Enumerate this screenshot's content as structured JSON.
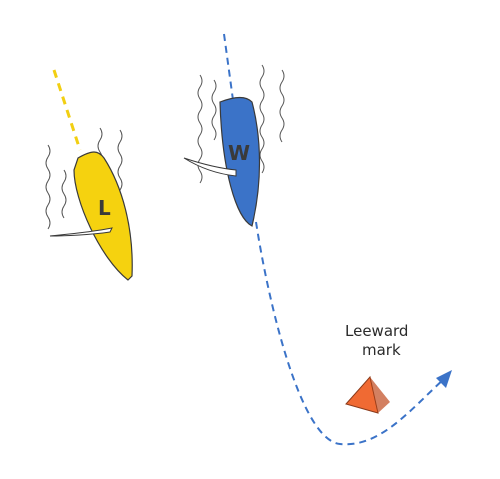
{
  "boats": {
    "leeward": {
      "letter": "L",
      "hull_color": "#f5d20f",
      "track_color": "#f2cf12"
    },
    "windward": {
      "letter": "W",
      "hull_color": "#3b73c8",
      "track_color": "#3b73c8"
    }
  },
  "mark": {
    "label_line1": "Leeward",
    "label_line2": "mark",
    "color": "#f06a33"
  },
  "colors": {
    "outline": "#3a3a3a",
    "wake": "#555555",
    "sail": "#ffffff"
  }
}
